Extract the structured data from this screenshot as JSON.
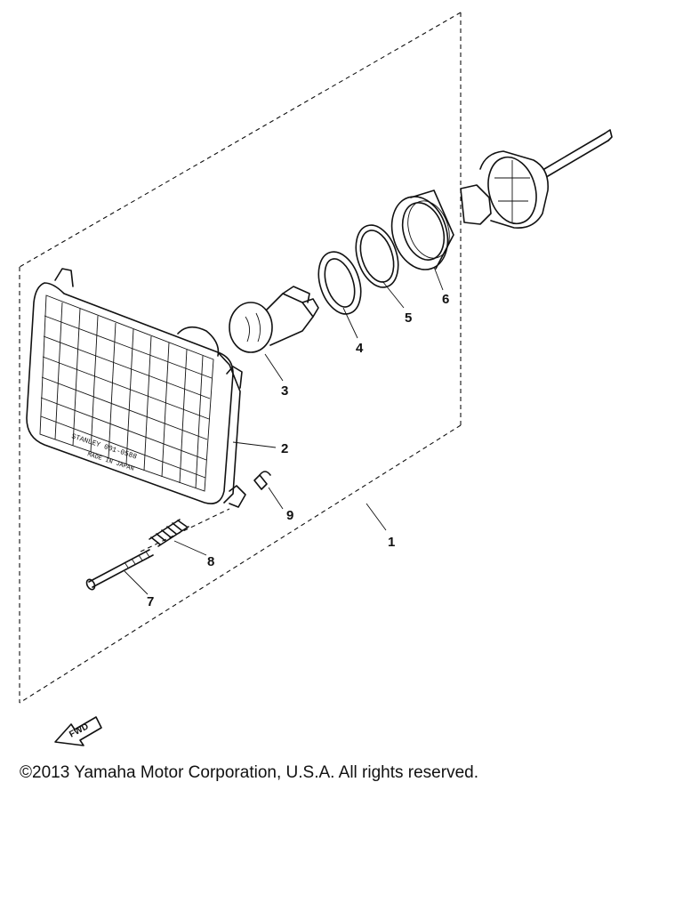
{
  "diagram": {
    "callouts": {
      "p1": "1",
      "p2": "2",
      "p3": "3",
      "p4": "4",
      "p5": "5",
      "p6": "6",
      "p7": "7",
      "p8": "8",
      "p9": "9"
    },
    "lens_marking": {
      "line1": "STANLEY 001-0588",
      "line2": "MADE IN JAPAN"
    },
    "fwd_arrow_label": "FWD"
  },
  "footer": {
    "copyright": "©2013 Yamaha Motor Corporation, U.S.A. All rights reserved."
  }
}
